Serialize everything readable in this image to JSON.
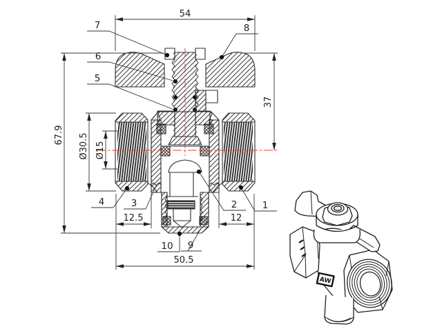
{
  "page": {
    "background": "#ffffff",
    "description": "Technical cross-section drawing of a three-way ball valve with dimensions, numbered part callouts and a 3D line-art product view"
  },
  "drawing": {
    "dimensions": {
      "handle_width": "54",
      "stem_height": "37",
      "total_height": "67.9",
      "nut_outer_diameter": "Ø30.5",
      "bore_diameter": "Ø15",
      "left_port_depth": "12.5",
      "right_port_depth": "12",
      "body_width": "50.5"
    },
    "callouts": {
      "c1": "1",
      "c2": "2",
      "c3": "3",
      "c4": "4",
      "c5": "5",
      "c6": "6",
      "c7": "7",
      "c8": "8",
      "c9": "9",
      "c10": "10"
    },
    "colors": {
      "line": "#2b2b2b",
      "centerline": "#e0403a",
      "hatch": "#3a3a3a"
    }
  },
  "product_view": {
    "brand_label": "AW"
  }
}
